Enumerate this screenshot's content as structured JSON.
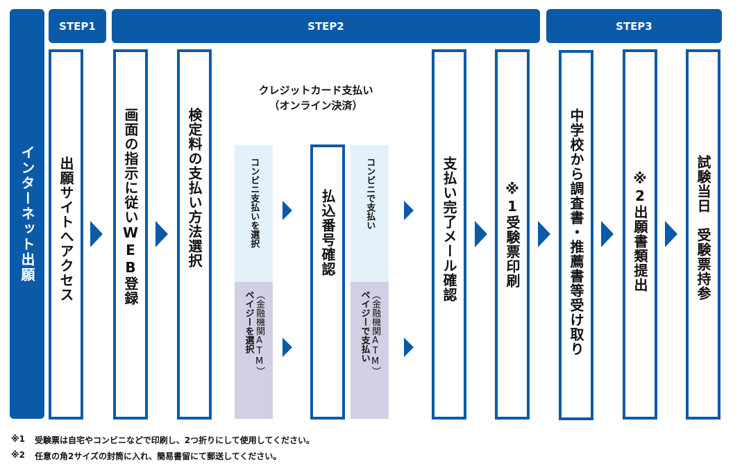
{
  "side_label": "インターネット出願",
  "steps": {
    "step1": "STEP1",
    "step2": "STEP2",
    "step3": "STEP3"
  },
  "boxes": {
    "apply_site": "出願サイトへアクセス",
    "web_register": "画面の指示に従いWEB登録",
    "payment_method": "検定料の支払い方法選択",
    "payment_number": "払込番号確認",
    "payment_complete": "支払い完了メール確認",
    "print_ticket": "※1受験票印刷",
    "collect_docs": "中学校から調査書・推薦書等受け取り",
    "submit_docs": "※2出願書類提出",
    "exam_day": "試験当日　受験票持参"
  },
  "credit_card": {
    "line1": "クレジットカード支払い",
    "line2": "（オンライン決済）"
  },
  "panels": {
    "select_convenience": "コンビニ支払いを選択",
    "select_payeasy": "ペイジーを選択",
    "payeasy_sub": "（金融機関ATM）",
    "pay_convenience": "コンビニで支払い",
    "pay_payeasy": "ペイジーで支払い",
    "pay_payeasy_sub": "（金融機関ATM）"
  },
  "notes": [
    {
      "mark": "※1",
      "text": "受験票は自宅やコンビニなどで印刷し、2つ折りにして使用してください。"
    },
    {
      "mark": "※2",
      "text": "任意の角2サイズの封筒に入れ、簡易書留にて郵送してください。"
    }
  ],
  "colors": {
    "brand_blue": "#0b5aa8",
    "light_blue": "#e3f1fb",
    "lavender": "#d3cee4"
  }
}
